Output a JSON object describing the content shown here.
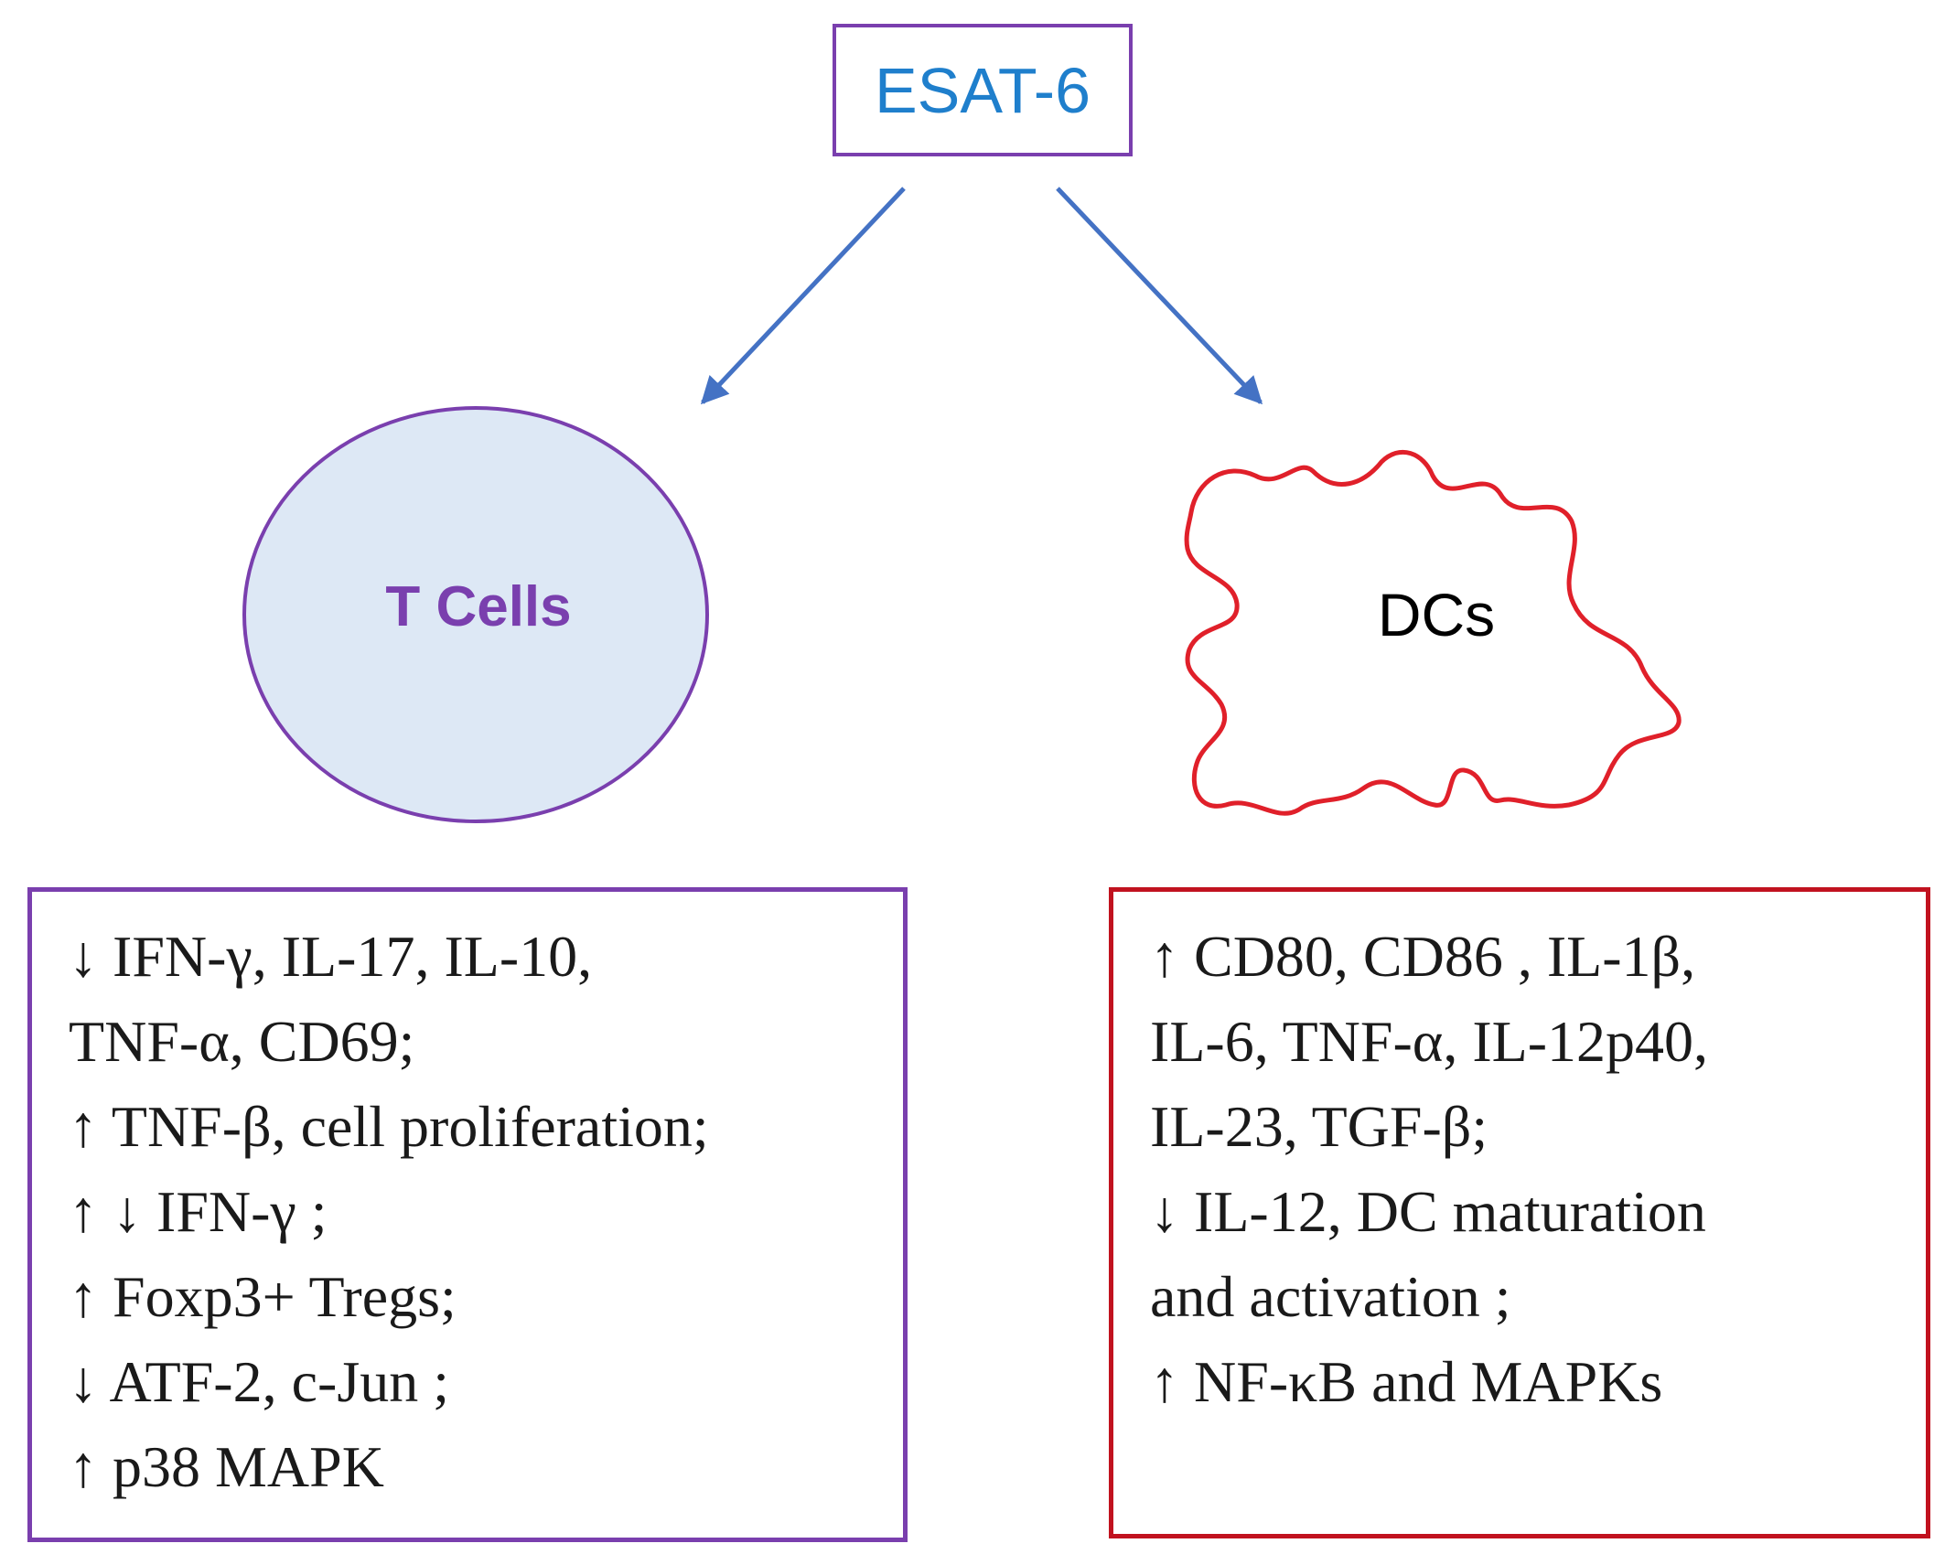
{
  "root": {
    "label": "ESAT-6"
  },
  "targets": {
    "t_cells": {
      "label": "T Cells",
      "effects": [
        "↓ IFN-γ, IL-17, IL-10,",
        "TNF-α, CD69;",
        "↑ TNF-β, cell proliferation;",
        "↑ ↓ IFN-γ ;",
        "↑ Foxp3+ Tregs;",
        "↓ ATF-2, c-Jun ;",
        "↑ p38 MAPK"
      ]
    },
    "dcs": {
      "label": "DCs",
      "effects": [
        "↑ CD80, CD86 , IL-1β,",
        "IL-6, TNF-α, IL-12p40,",
        "IL-23, TGF-β;",
        "↓ IL-12, DC maturation",
        "and activation ;",
        "↑ NF-κB and MAPKs"
      ]
    }
  },
  "colors": {
    "root_text": "#1f7fcc",
    "t_cell_border": "#7a3fae",
    "t_cell_fill": "#dde8f5",
    "dc_border": "#e0202a",
    "dc_box_border": "#c1121f",
    "arrow": "#4472c4"
  }
}
